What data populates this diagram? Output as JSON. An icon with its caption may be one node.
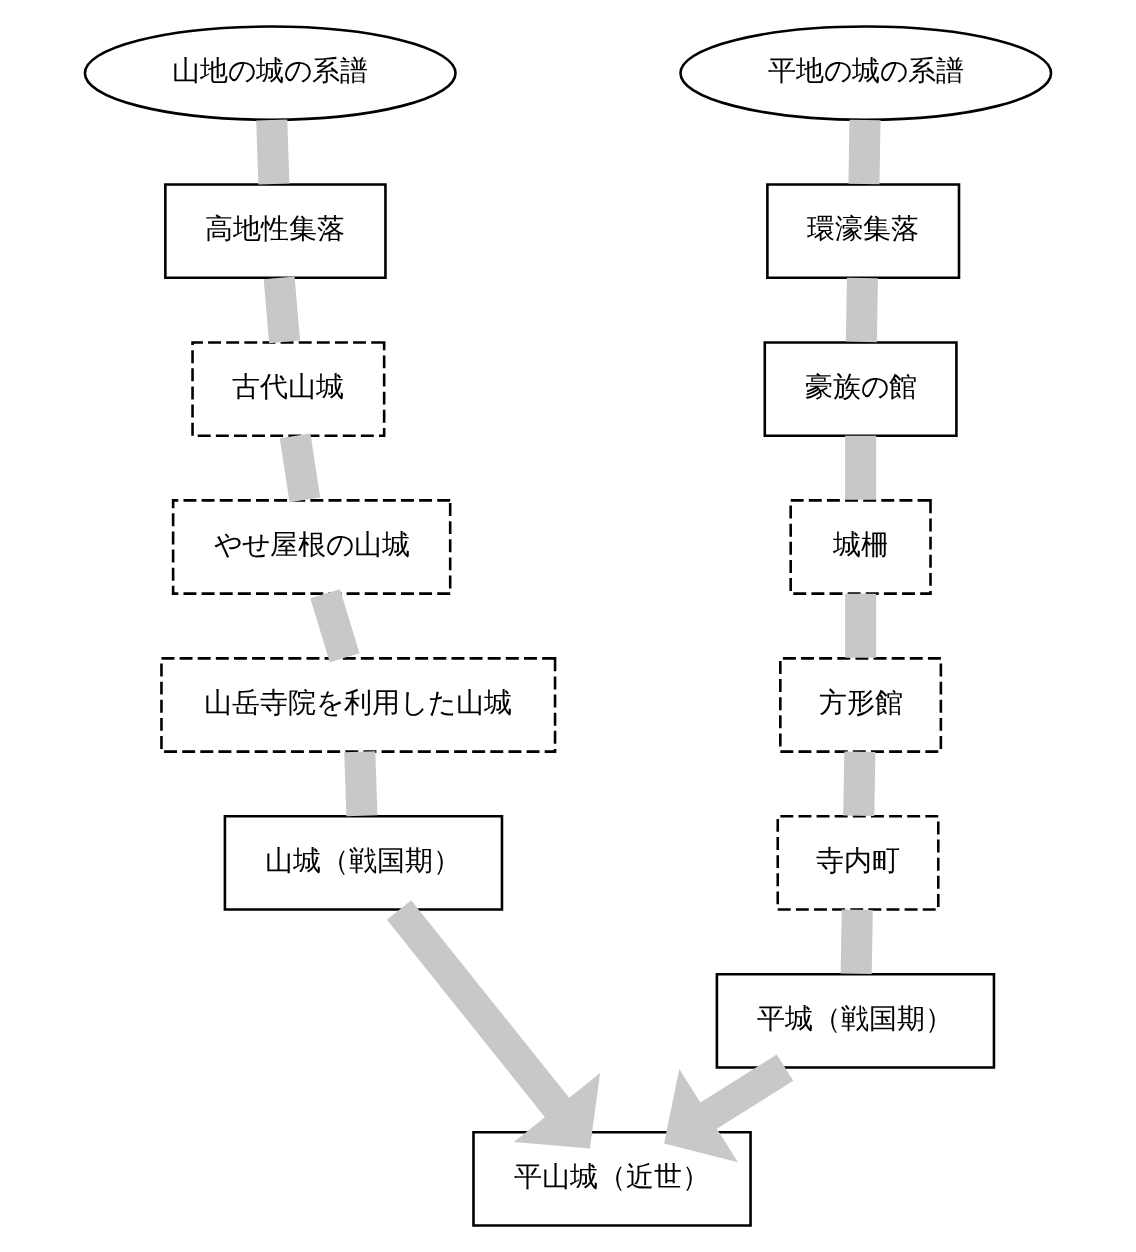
{
  "diagram": {
    "nodes": [
      {
        "text": [
          "山地の城の系譜"
        ]
      },
      {
        "text": [
          "高地性集落"
        ]
      },
      {
        "text": [
          "古代山城"
        ]
      },
      {
        "text": [
          "やせ屋根の山城"
        ]
      },
      {
        "text": [
          "山岳寺院を利用した山城"
        ]
      },
      {
        "text": [
          "山城（戦国期）"
        ]
      },
      {
        "text": [
          "平地の城の系譜"
        ]
      },
      {
        "text": [
          "環濠集落"
        ]
      },
      {
        "text": [
          "豪族の館"
        ]
      },
      {
        "text": [
          "城柵"
        ]
      },
      {
        "text": [
          "方形館"
        ]
      },
      {
        "text": [
          "寺内町"
        ]
      },
      {
        "text": [
          "平城（戦国期）"
        ]
      },
      {
        "text": [
          "平山城（近世）"
        ]
      }
    ],
    "edges": [
      {
        "from": 0,
        "to": 1,
        "arrow": "none"
      },
      {
        "from": 1,
        "to": 2,
        "arrow": "none"
      },
      {
        "from": 2,
        "to": 3,
        "arrow": "none"
      },
      {
        "from": 3,
        "to": 4,
        "arrow": "none"
      },
      {
        "from": 4,
        "to": 5,
        "arrow": "none"
      },
      {
        "from": 5,
        "to": 13,
        "arrow": "to"
      },
      {
        "from": 6,
        "to": 7,
        "arrow": "none"
      },
      {
        "from": 7,
        "to": 8,
        "arrow": "none"
      },
      {
        "from": 8,
        "to": 9,
        "arrow": "none"
      },
      {
        "from": 9,
        "to": 10,
        "arrow": "none"
      },
      {
        "from": 10,
        "to": 11,
        "arrow": "none"
      },
      {
        "from": 11,
        "to": 12,
        "arrow": "none"
      },
      {
        "from": 12,
        "to": 13,
        "arrow": "to"
      }
    ]
  }
}
